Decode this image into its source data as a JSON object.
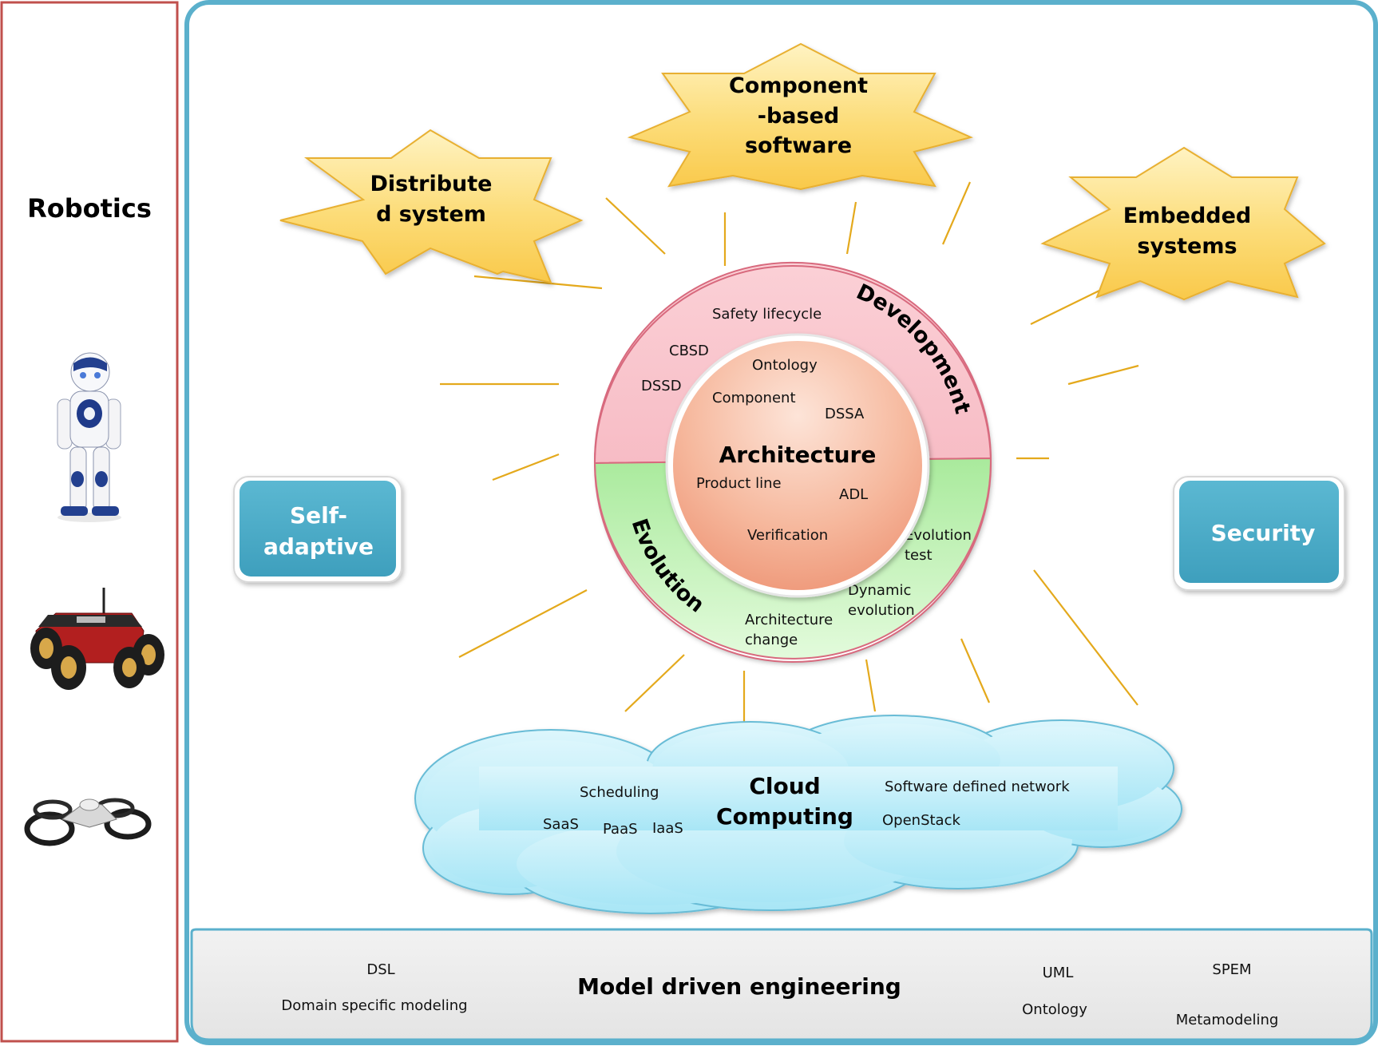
{
  "robotics": {
    "title": "Robotics",
    "images": [
      {
        "icon": "humanoid-robot-icon"
      },
      {
        "icon": "wheeled-robot-icon"
      },
      {
        "icon": "quadcopter-drone-icon"
      }
    ]
  },
  "stars": {
    "distributed": [
      "Distribute",
      "d system"
    ],
    "component": [
      "Component",
      "-based",
      "software"
    ],
    "embedded": [
      "Embedded",
      "systems"
    ]
  },
  "side_boxes": {
    "self_adaptive": [
      "Self-",
      "adaptive"
    ],
    "security": "Security"
  },
  "circle": {
    "development": {
      "title": "Development",
      "items": [
        "Safety lifecycle",
        "CBSD",
        "DSSD"
      ]
    },
    "evolution": {
      "title": "Evolution",
      "items": [
        "Evolution",
        "test",
        "Dynamic",
        "evolution",
        "Architecture",
        "change"
      ]
    },
    "architecture": {
      "title": "Architecture",
      "items": [
        "Ontology",
        "Component",
        "DSSA",
        "Product line",
        "ADL",
        "Verification"
      ]
    }
  },
  "cloud": {
    "title": [
      "Cloud",
      "Computing"
    ],
    "items": [
      "Scheduling",
      "SaaS",
      "PaaS",
      "IaaS",
      "Software defined network",
      "OpenStack"
    ]
  },
  "mde": {
    "title": "Model driven engineering",
    "items": [
      "DSL",
      "Domain specific modeling",
      "UML",
      "Ontology",
      "SPEM",
      "Metamodeling"
    ]
  },
  "colors": {
    "robotics_border": "#c0504d",
    "frame": "#5bb0cc",
    "star_fill": "#fcd86a",
    "star_stroke": "#e8b030",
    "ray": "#e4a91c",
    "box_fill": "#4aaac6",
    "dev_fill": "#f9c4cc",
    "evo_fill": "#c2f0b8",
    "core_fill": "#f3a888",
    "cloud_fill": "#b8eaf6",
    "mde_fill": "#ececec"
  }
}
